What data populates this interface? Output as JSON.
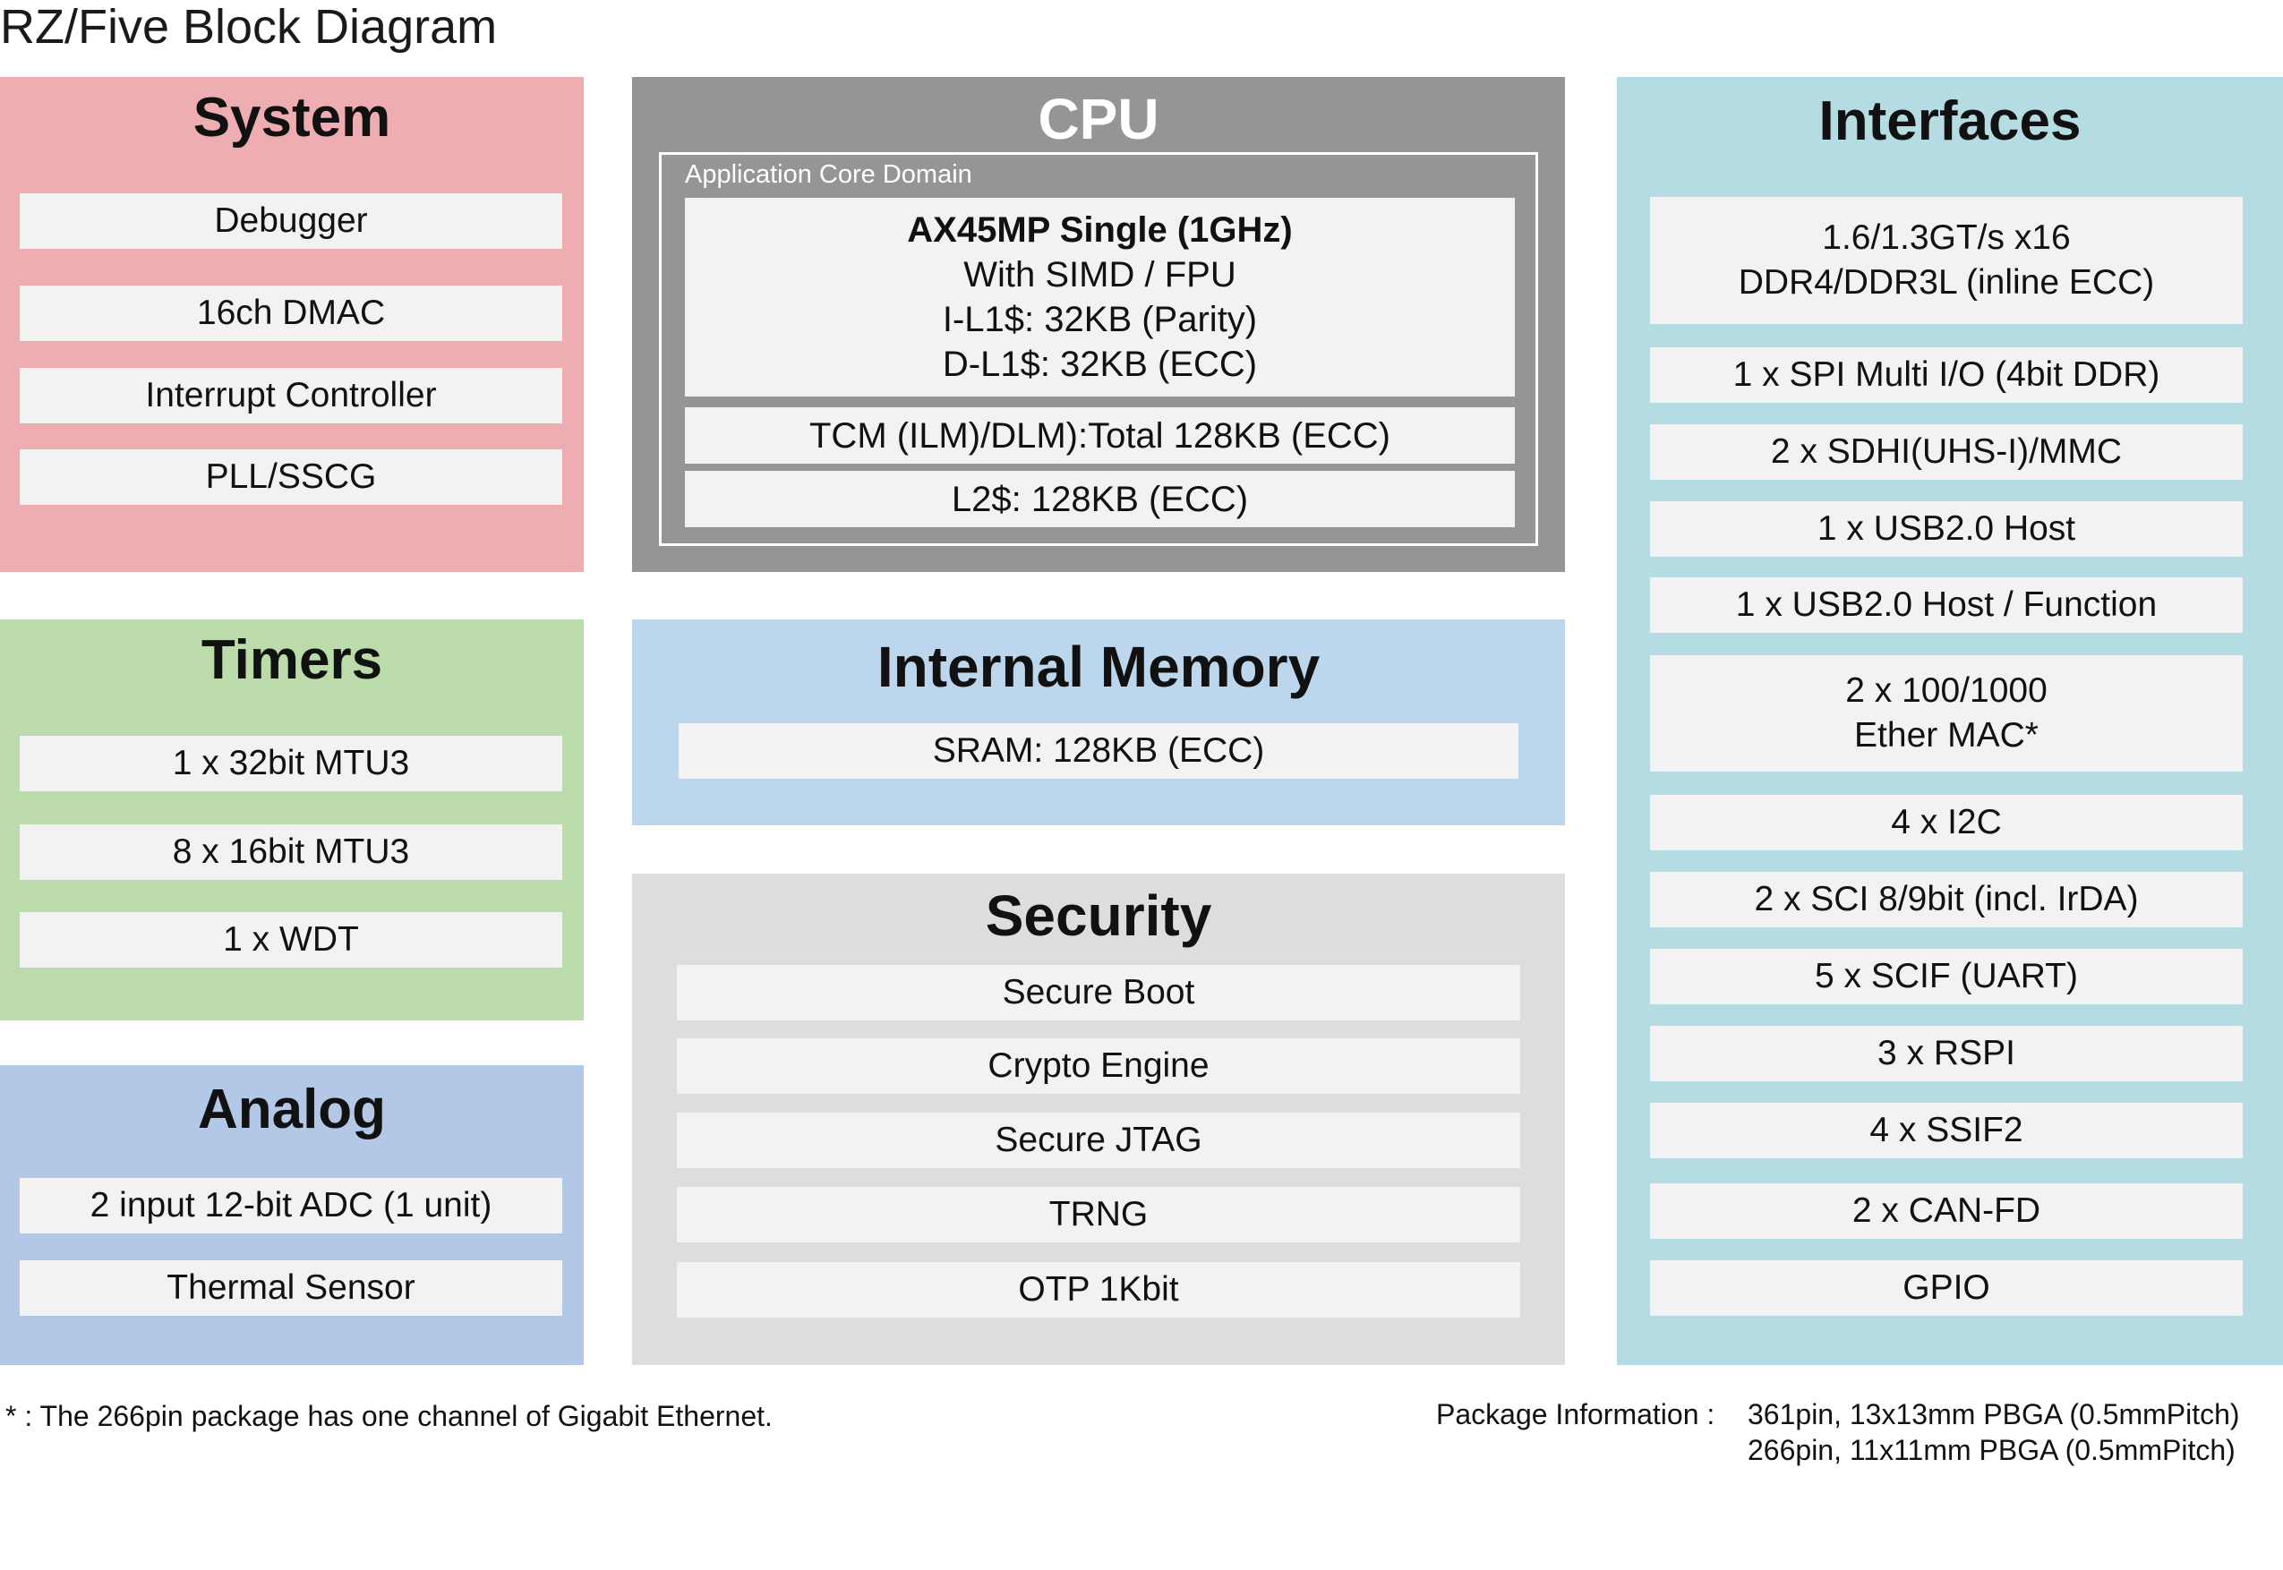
{
  "title": "RZ/Five Block Diagram",
  "colors": {
    "system": "#eeaeb1",
    "timers": "#bbdcaa",
    "analog": "#b2c8e6",
    "cpu": "#959595",
    "internal_memory": "#bcd7ed",
    "security": "#dddddd",
    "interfaces": "#b5dce2",
    "item_fill": "#f2f2f2"
  },
  "system": {
    "title": "System",
    "items": [
      "Debugger",
      "16ch DMAC",
      "Interrupt Controller",
      "PLL/SSCG"
    ]
  },
  "timers": {
    "title": "Timers",
    "items": [
      "1 x 32bit MTU3",
      "8 x 16bit MTU3",
      "1 x WDT"
    ]
  },
  "analog": {
    "title": "Analog",
    "items": [
      "2 input 12-bit ADC (1 unit)",
      "Thermal Sensor"
    ]
  },
  "cpu": {
    "title": "CPU",
    "domain_label": "Application Core Domain",
    "core": {
      "name": "AX45MP Single (1GHz)",
      "lines": [
        "With SIMD / FPU",
        "I-L1$: 32KB (Parity)",
        "D-L1$: 32KB (ECC)"
      ]
    },
    "items": [
      "TCM (ILM)/DLM):Total 128KB (ECC)",
      "L2$: 128KB (ECC)"
    ]
  },
  "internal_memory": {
    "title": "Internal Memory",
    "items": [
      "SRAM: 128KB (ECC)"
    ]
  },
  "security": {
    "title": "Security",
    "items": [
      "Secure Boot",
      "Crypto Engine",
      "Secure JTAG",
      "TRNG",
      "OTP 1Kbit"
    ]
  },
  "interfaces": {
    "title": "Interfaces",
    "items": [
      [
        "1.6/1.3GT/s x16",
        "DDR4/DDR3L (inline ECC)"
      ],
      [
        "1 x SPI Multi I/O (4bit DDR)"
      ],
      [
        "2 x SDHI(UHS-I)/MMC"
      ],
      [
        "1 x USB2.0 Host"
      ],
      [
        "1 x USB2.0 Host / Function"
      ],
      [
        "2 x 100/1000",
        "Ether MAC*"
      ],
      [
        "4 x I2C"
      ],
      [
        "2 x SCI 8/9bit (incl. IrDA)"
      ],
      [
        "5 x SCIF (UART)"
      ],
      [
        "3 x RSPI"
      ],
      [
        "4 x SSIF2"
      ],
      [
        "2 x CAN-FD"
      ],
      [
        "GPIO"
      ]
    ]
  },
  "footnote": "* : The 266pin package has one channel of Gigabit Ethernet.",
  "package_info": {
    "label": "Package Information :",
    "lines": [
      "361pin, 13x13mm PBGA (0.5mmPitch)",
      "266pin, 11x11mm PBGA (0.5mmPitch)"
    ]
  }
}
